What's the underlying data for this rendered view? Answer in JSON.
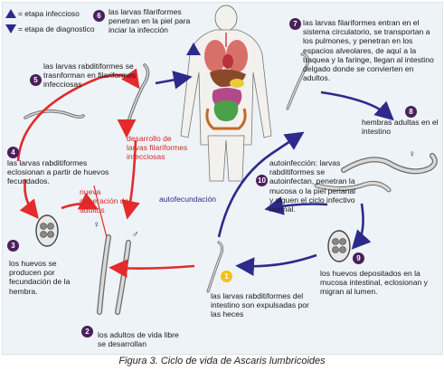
{
  "legend": {
    "infective_label": "= etapa infeccioso",
    "diagnostic_label": "= etapa de diagnostico",
    "infective_marker": "i",
    "diagnostic_marker": "d"
  },
  "steps": {
    "s1": {
      "num": "1",
      "text": "las larvas rabditiformes del intestino son expulsadas por las heces"
    },
    "s2": {
      "num": "2",
      "text": "los adultos de vida libre se desarrollan"
    },
    "s3": {
      "num": "3",
      "text": "los huevos se producen por fecundación de la hembra."
    },
    "s4": {
      "num": "4",
      "text": "las larvas rabditiformes eclosionan a partir de huevos fecundados."
    },
    "s5": {
      "num": "5",
      "text": "las larvas rabditiformes se trasnforman en filariformes infecciosas"
    },
    "s6": {
      "num": "6",
      "text": "las larvas filariformes penetran en la piel para inciar la infección"
    },
    "s7": {
      "num": "7",
      "text": "las larvas filariformes entran en el sistema circulatorio, se transportan a los pulmones, y penetran en los espacios alveolares, de aquí a la traquea y la faringe, llegan al intestino delgado donde se convierten en adultos."
    },
    "s8": {
      "num": "8",
      "text": "hembras adultas en el intestino"
    },
    "s9": {
      "num": "9",
      "text": "los huevos depositados en la mucosa intestinal, eclosionan y migran al lumen."
    },
    "s10": {
      "num": "10",
      "text": "autoinfección: larvas rabditiformes se autoinfectan, penetran la mucosa o la piel perianal y siguen el ciclo infectivo normal."
    }
  },
  "red_labels": {
    "development": "desarrollo de larvas filariformes infecciosas",
    "new_generation": "nueva generación de adultos"
  },
  "blue_labels": {
    "autofecundation": "autofecundación"
  },
  "symbols": {
    "female": "♀",
    "male": "♂"
  },
  "caption": "Figura 3. Ciclo de vida de Ascaris lumbricoides",
  "colors": {
    "red_arrow": "#e32b2b",
    "blue_arrow": "#2e2a8c",
    "step_badge": "#4a1f5c",
    "diagnostic_badge": "#f2c21a"
  }
}
